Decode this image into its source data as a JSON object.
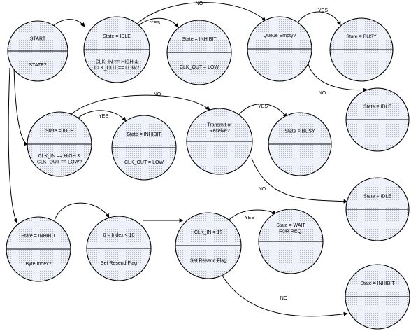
{
  "nodes": [
    {
      "id": "start",
      "top": [
        "START"
      ],
      "bottom": [
        "STATE?"
      ]
    },
    {
      "id": "idle1",
      "top": [
        "State = IDLE"
      ],
      "bottom": [
        "CLK_IN == HIGH &",
        "CLK_OUT == LOW?"
      ]
    },
    {
      "id": "inhibit1",
      "top": [
        "State = INHIBIT"
      ],
      "bottom": [
        "CLK_OUT = LOW"
      ]
    },
    {
      "id": "queue",
      "top": [
        "Queue Empty?"
      ],
      "bottom": []
    },
    {
      "id": "busy1",
      "top": [
        "State = BUSY"
      ],
      "bottom": []
    },
    {
      "id": "idle_r1",
      "top": [
        "State = IDLE"
      ],
      "bottom": []
    },
    {
      "id": "idle2",
      "top": [
        "State = IDLE"
      ],
      "bottom": [
        "CLK_IN == HIGH &",
        "CLK_OUT == LOW?"
      ]
    },
    {
      "id": "inhibit2",
      "top": [
        "State = INHIBIT"
      ],
      "bottom": [
        "CLK_OUT = LOW"
      ]
    },
    {
      "id": "txrx",
      "top": [
        "Transmit or",
        "Receive?"
      ],
      "bottom": []
    },
    {
      "id": "busy2",
      "top": [
        "State = BUSY"
      ],
      "bottom": []
    },
    {
      "id": "idle_r2",
      "top": [
        "State = IDLE"
      ],
      "bottom": []
    },
    {
      "id": "inhibit3",
      "top": [
        "State = INHIBIT"
      ],
      "bottom": [
        "Byte Index?"
      ]
    },
    {
      "id": "index",
      "top": [
        "0 < Index < 10"
      ],
      "bottom": [
        "Set Resend Flag"
      ]
    },
    {
      "id": "clkin",
      "top": [
        "CLK_IN = 1?"
      ],
      "bottom": [
        "Set Resend Flag"
      ]
    },
    {
      "id": "waitreq",
      "top": [
        "State = WAIT",
        "FOR REQ."
      ],
      "bottom": []
    },
    {
      "id": "inhibit4",
      "top": [
        "State = INHIBIT"
      ],
      "bottom": []
    }
  ],
  "edges": [
    {
      "id": "start-idle1",
      "label": ""
    },
    {
      "id": "idle1-inhibit1",
      "label": "YES"
    },
    {
      "id": "idle1-queue",
      "label": "NO"
    },
    {
      "id": "queue-busy1",
      "label": "YES"
    },
    {
      "id": "queue-idle_r1",
      "label": "NO"
    },
    {
      "id": "start-idle2",
      "label": ""
    },
    {
      "id": "idle2-inhibit2",
      "label": "YES"
    },
    {
      "id": "idle2-txrx",
      "label": "NO"
    },
    {
      "id": "txrx-busy2",
      "label": "YES"
    },
    {
      "id": "txrx-idle_r2",
      "label": "NO"
    },
    {
      "id": "start-inhibit3",
      "label": ""
    },
    {
      "id": "inhibit3-index",
      "label": ""
    },
    {
      "id": "index-clkin",
      "label": ""
    },
    {
      "id": "clkin-waitreq",
      "label": "YES"
    },
    {
      "id": "clkin-inhibit4",
      "label": "NO"
    }
  ]
}
